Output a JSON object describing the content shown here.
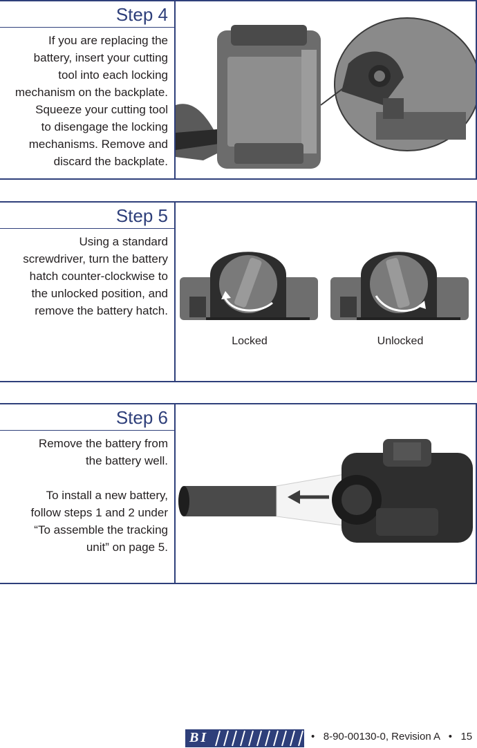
{
  "steps": [
    {
      "title": "Step 4",
      "body": "If you are replacing the\nbattery, insert your cutting\ntool into each locking\nmechanism on the backplate.\nSqueeze your cutting tool\nto disengage the locking\nmechanisms. Remove and\ndiscard the backplate."
    },
    {
      "title": "Step 5",
      "body": "Using a standard\nscrewdriver, turn the battery\nhatch counter-clockwise to\nthe unlocked position, and\nremove the battery hatch.",
      "figure_labels": {
        "left": "Locked",
        "right": "Unlocked"
      }
    },
    {
      "title": "Step 6",
      "body": "Remove the battery from\nthe battery well.\n\nTo install a new battery,\nfollow steps 1 and 2 under\n“To assemble the tracking\nunit” on page 5."
    }
  ],
  "footer": {
    "logo_text": "BI",
    "doc_text": "•   8-90-00130-0, Revision A   •   15"
  },
  "colors": {
    "accent": "#2e3f7a",
    "text": "#231f20"
  }
}
